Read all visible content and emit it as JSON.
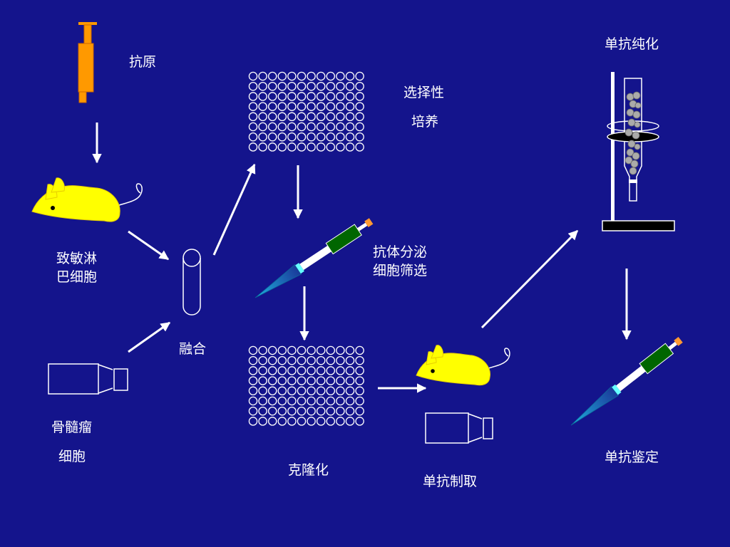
{
  "colors": {
    "background": "#14148c",
    "arrow": "#ffffff",
    "mouse": "#ffff00",
    "syringe": "#ff9900",
    "pipette_body": "#0099cc",
    "pipette_grip": "#006600",
    "well": "#ffffff"
  },
  "labels": {
    "antigen": "抗原",
    "sensitized_lymph_1": "致敏淋",
    "sensitized_lymph_2": "巴细胞",
    "myeloma_1": "骨髓瘤",
    "myeloma_2": "细胞",
    "fusion": "融合",
    "selective_1": "选择性",
    "selective_2": "培养",
    "screening_1": "抗体分泌",
    "screening_2": "细胞筛选",
    "cloning": "克隆化",
    "mab_production": "单抗制取",
    "mab_purification": "单抗纯化",
    "mab_identification": "单抗鉴定"
  },
  "icons": {
    "syringe": "syringe-icon",
    "mouse": "mouse-icon",
    "bottle": "culture-bottle-icon",
    "tube": "test-tube-icon",
    "plate": "well-plate-icon",
    "pipette": "pipette-icon",
    "column": "chromatography-column-icon"
  },
  "plate": {
    "rows": 8,
    "cols": 12
  }
}
